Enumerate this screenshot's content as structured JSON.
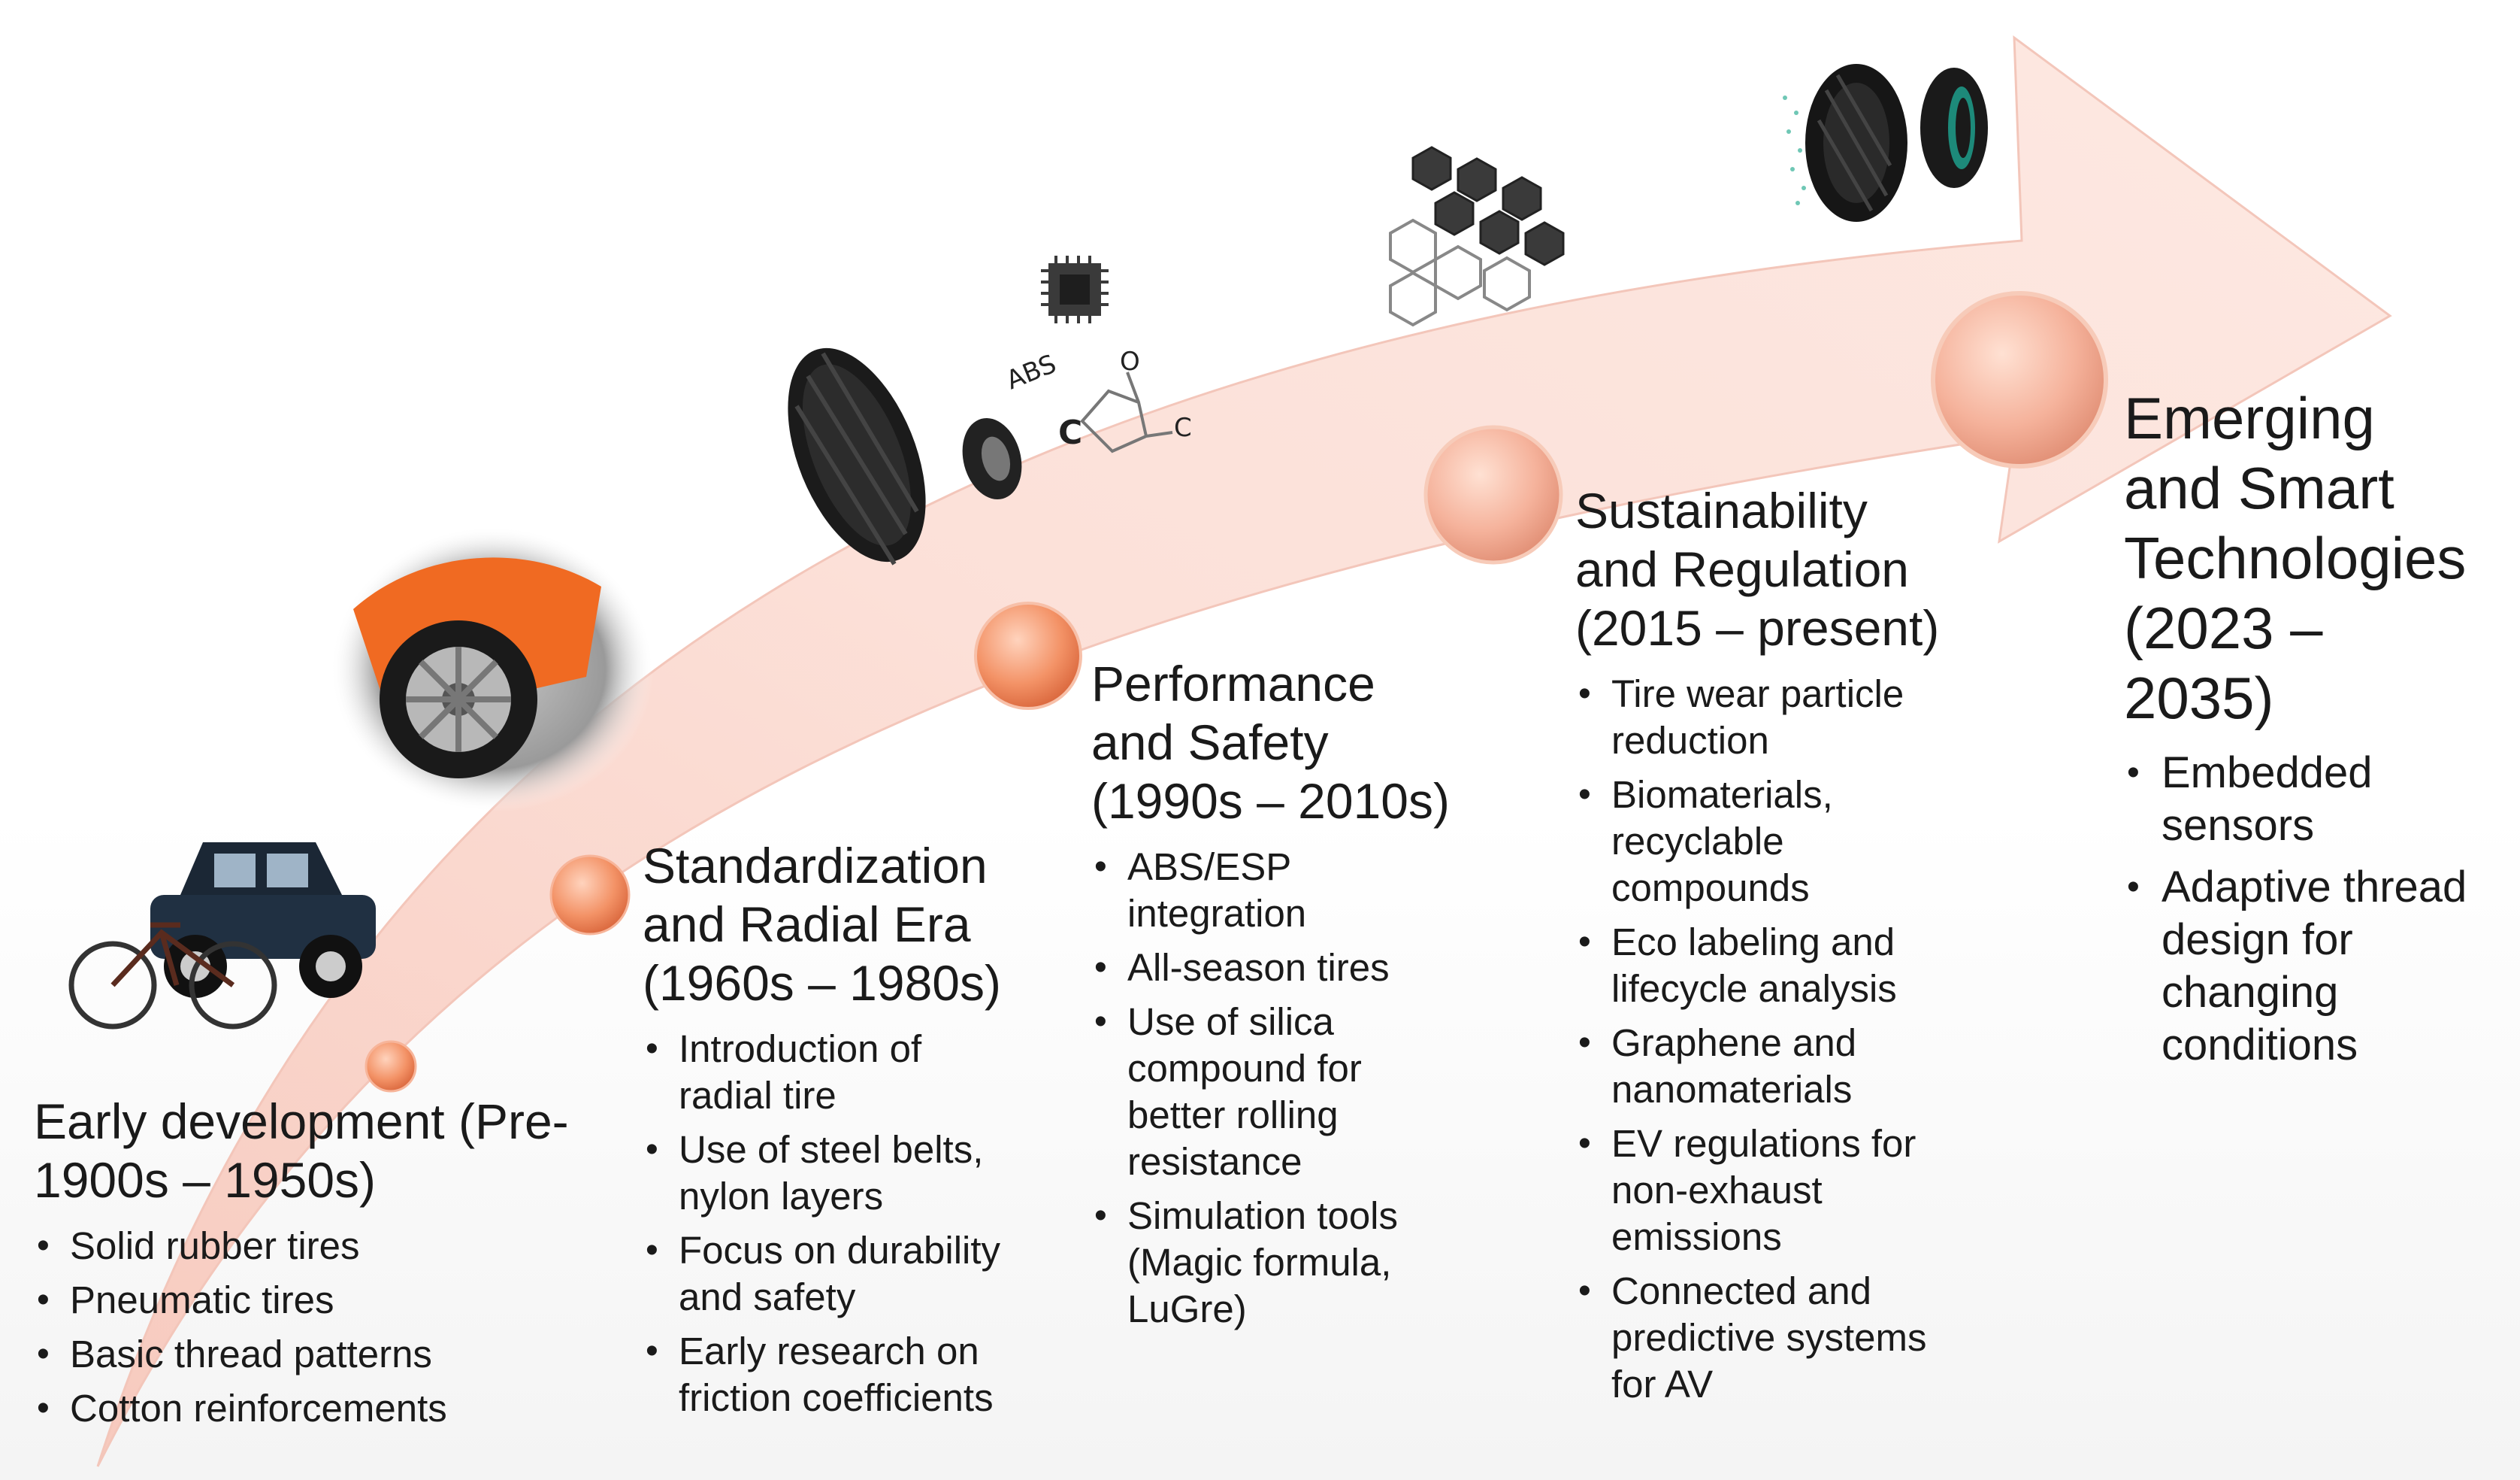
{
  "stages": [
    {
      "title": "Early development (Pre-1900s – 1950s)",
      "title_lines": [
        "Early development (Pre-",
        "1900s – 1950s)"
      ],
      "bullets": [
        [
          "Solid rubber tires"
        ],
        [
          "Pneumatic tires"
        ],
        [
          "Basic thread patterns"
        ],
        [
          "Cotton reinforcements"
        ]
      ]
    },
    {
      "title": "Standardization and Radial Era (1960s – 1980s)",
      "title_lines": [
        "Standardization",
        "and Radial Era",
        "(1960s – 1980s)"
      ],
      "bullets": [
        [
          "Introduction of",
          "radial tire"
        ],
        [
          "Use of steel belts,",
          "nylon layers"
        ],
        [
          "Focus on durability",
          "and safety"
        ],
        [
          "Early research on",
          "friction coefficients"
        ]
      ]
    },
    {
      "title": "Performance and Safety (1990s – 2010s)",
      "title_lines": [
        "Performance",
        "and Safety",
        "(1990s – 2010s)"
      ],
      "bullets": [
        [
          "ABS/ESP",
          "integration"
        ],
        [
          "All-season tires"
        ],
        [
          "Use of silica",
          "compound for",
          "better rolling",
          "resistance"
        ],
        [
          "Simulation tools",
          "(Magic formula,",
          "LuGre)"
        ]
      ]
    },
    {
      "title": "Sustainability and Regulation (2015 – present)",
      "title_lines": [
        "Sustainability",
        "and Regulation",
        "(2015 – present)"
      ],
      "bullets": [
        [
          "Tire wear particle",
          "reduction"
        ],
        [
          "Biomaterials,",
          "recyclable",
          "compounds"
        ],
        [
          "Eco labeling and",
          "lifecycle analysis"
        ],
        [
          "Graphene and",
          "nanomaterials"
        ],
        [
          "EV regulations for",
          "non-exhaust",
          "emissions"
        ],
        [
          "Connected and",
          "predictive systems",
          "for AV"
        ]
      ]
    },
    {
      "title": "Emerging and Smart Technologies (2023 – 2035)",
      "title_lines": [
        "Emerging",
        "and Smart",
        "Technologies",
        "(2023 –",
        "2035)"
      ],
      "bullets": [
        [
          "Embedded",
          "sensors"
        ],
        [
          "Adaptive thread",
          "design for",
          "changing",
          "conditions"
        ]
      ]
    }
  ],
  "illustrations": {
    "abs_label": "ABS",
    "chem_labels": [
      "O",
      "C",
      "C"
    ]
  },
  "colors": {
    "arrow_fill": "#fbd8cf",
    "marker_orange": "#f08a5d",
    "marker_peach": "#f6b39c",
    "text": "#1a1a1a"
  }
}
